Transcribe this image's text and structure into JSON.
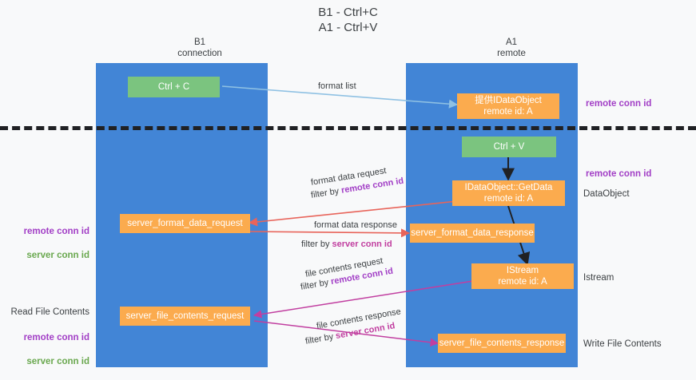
{
  "title": "B1 - Ctrl+C\nA1 - Ctrl+V",
  "columns": {
    "left": "B1\nconnection",
    "right": "A1\nremote"
  },
  "nodes": {
    "ctrl_c": "Ctrl + C",
    "data_object_remote": "提供IDataObject\nremote id: A",
    "ctrl_v": "Ctrl + V",
    "getdata": "IDataObject::GetData\nremote id: A",
    "server_format_data_request": "server_format_data_request",
    "server_format_data_response": "server_format_data_response",
    "istream_node": "IStream\nremote id: A",
    "server_file_contents_request": "server_file_contents_request",
    "server_file_contents_response": "server_file_contents_response"
  },
  "edges": {
    "format_list": "format list",
    "format_data_request": "format data request",
    "format_data_request_filter_prefix": "filter by ",
    "format_data_request_filter_value": "remote conn id",
    "format_data_response": "format data response",
    "format_data_response_filter_prefix": "filter by ",
    "format_data_response_filter_value": "server conn id",
    "file_contents_request": "file contents request",
    "file_contents_request_filter_prefix": "filter by ",
    "file_contents_request_filter_value": "remote conn id",
    "file_contents_response": "file contents response",
    "file_contents_response_filter_prefix": "filter by ",
    "file_contents_response_filter_value": "server conn id"
  },
  "annotations": {
    "right_remote_conn_id_top": "remote conn id",
    "right_remote_conn_id_mid": "remote conn id",
    "right_data_object": "DataObject",
    "right_istream": "Istream",
    "right_write_file_contents": "Write File Contents",
    "left_remote_conn_id": "remote conn id",
    "left_server_conn_id": "server conn id",
    "left_read_file_contents": "Read File Contents",
    "left_remote_conn_id_2": "remote conn id",
    "left_server_conn_id_2": "server conn id"
  },
  "colors": {
    "lane": "#4285d6",
    "green_node": "#7bc47f",
    "orange_node": "#fbab4e",
    "purple_text": "#a23fc6",
    "green_text": "#6aa84f",
    "pink_arrow": "#c13fa0",
    "red_arrow": "#e8645a",
    "blue_arrow": "#8fc1e3",
    "divider": "#202124",
    "background": "#f8f9fa"
  }
}
